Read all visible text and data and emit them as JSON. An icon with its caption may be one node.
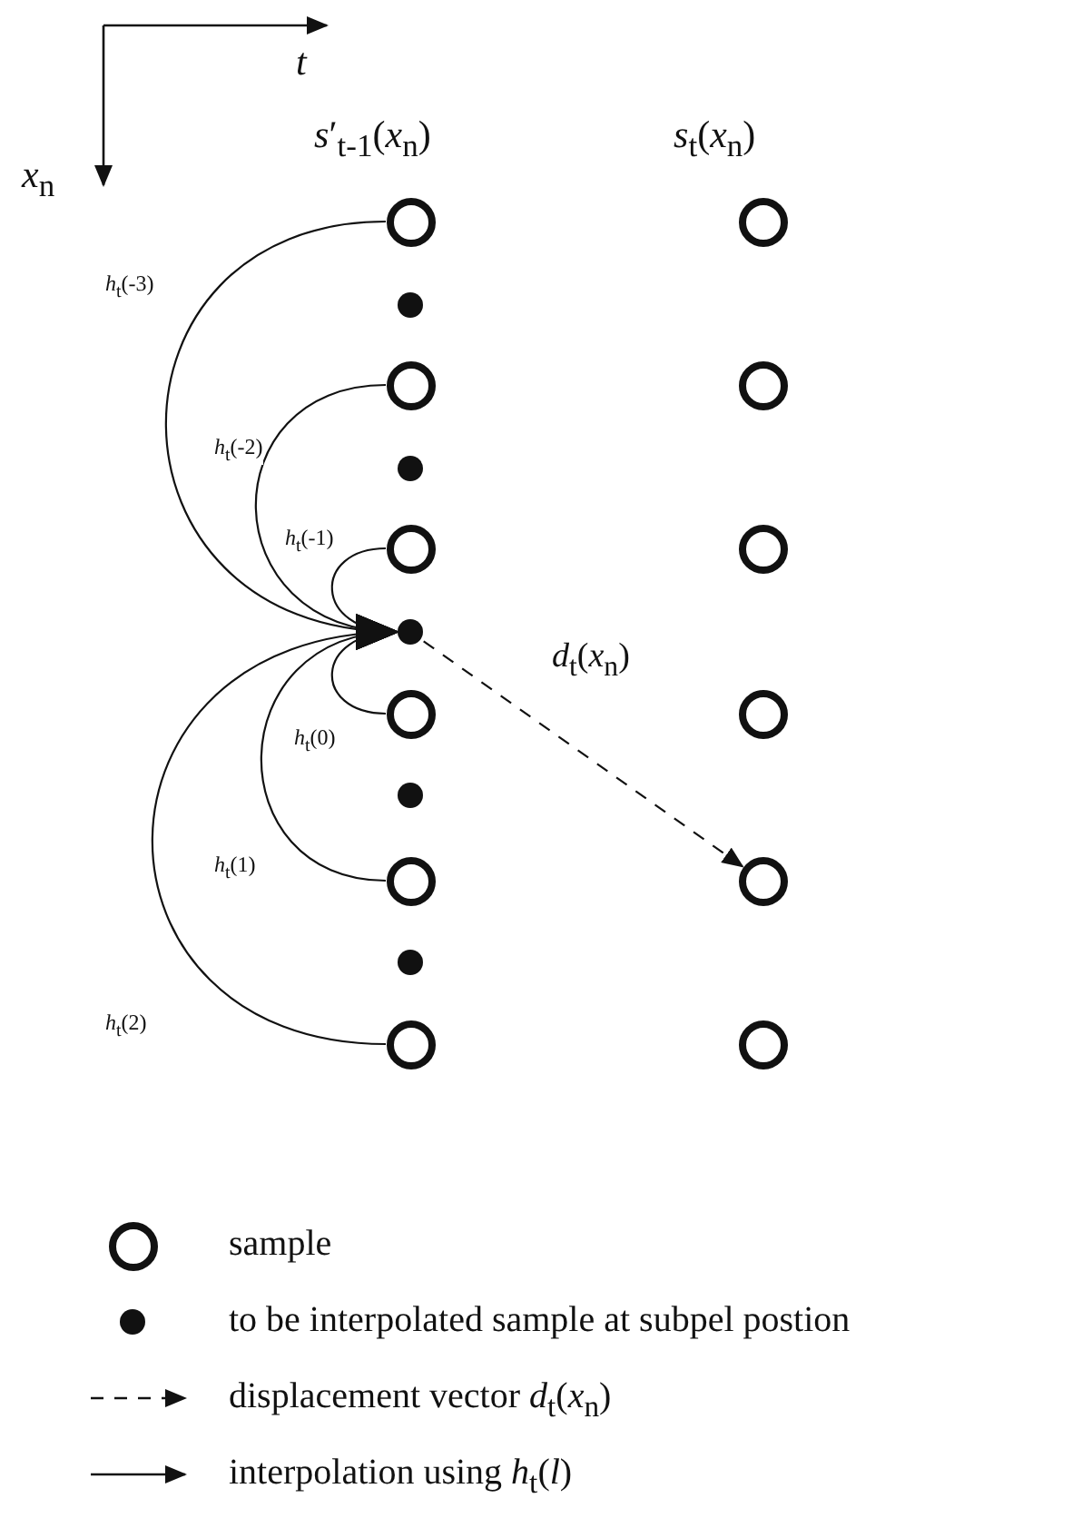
{
  "diagram": {
    "nodes": [
      {
        "text": [],
        "shape": "circle"
      },
      {
        "text": [],
        "shape": "circle"
      },
      {
        "text": [],
        "shape": "circle"
      },
      {
        "text": [],
        "shape": "circle"
      },
      {
        "text": [],
        "shape": "circle"
      },
      {
        "text": [],
        "shape": "circle"
      },
      {
        "text": [],
        "shape": "dot"
      },
      {
        "text": [],
        "shape": "dot"
      },
      {
        "text": [],
        "shape": "dot"
      },
      {
        "text": [],
        "shape": "dot"
      },
      {
        "text": [],
        "shape": "dot"
      },
      {
        "text": [],
        "shape": "circle"
      },
      {
        "text": [],
        "shape": "circle"
      },
      {
        "text": [],
        "shape": "circle"
      },
      {
        "text": [],
        "shape": "circle"
      },
      {
        "text": [],
        "shape": "circle"
      },
      {
        "text": [],
        "shape": "circle"
      }
    ],
    "edges": [
      {
        "from": 0,
        "to": 8,
        "arrow": "to",
        "label": "*h*$_{t}$(-3)"
      },
      {
        "from": 1,
        "to": 8,
        "arrow": "to",
        "label": "*h*$_{t}$(-2)"
      },
      {
        "from": 2,
        "to": 8,
        "arrow": "to",
        "label": "*h*$_{t}$(-1)"
      },
      {
        "from": 3,
        "to": 8,
        "arrow": "to",
        "label": "*h*$_{t}$(0)"
      },
      {
        "from": 4,
        "to": 8,
        "arrow": "to",
        "label": "*h*$_{t}$(1)"
      },
      {
        "from": 5,
        "to": 8,
        "arrow": "to",
        "label": "*h*$_{t}$(2)"
      },
      {
        "from": 8,
        "to": 15,
        "arrow": "to",
        "label": "*d*$_{t}$(*x*$_{n}$)",
        "style": "dashed"
      }
    ],
    "labels": [
      "*t*",
      "*x*$_{n}$",
      "*s*′$_{t-1}$(*x*$_{n}$)",
      "*s*$_{t}$(*x*$_{n}$)"
    ],
    "legend": [
      {
        "text": "sample"
      },
      {
        "text": "to be interpolated sample at subpel postion"
      },
      {
        "text": "displacement vector *d*$_{t}$(*x*$_{n}$)"
      },
      {
        "text": "interpolation using *h*$_{t}$(*l*)"
      }
    ]
  }
}
